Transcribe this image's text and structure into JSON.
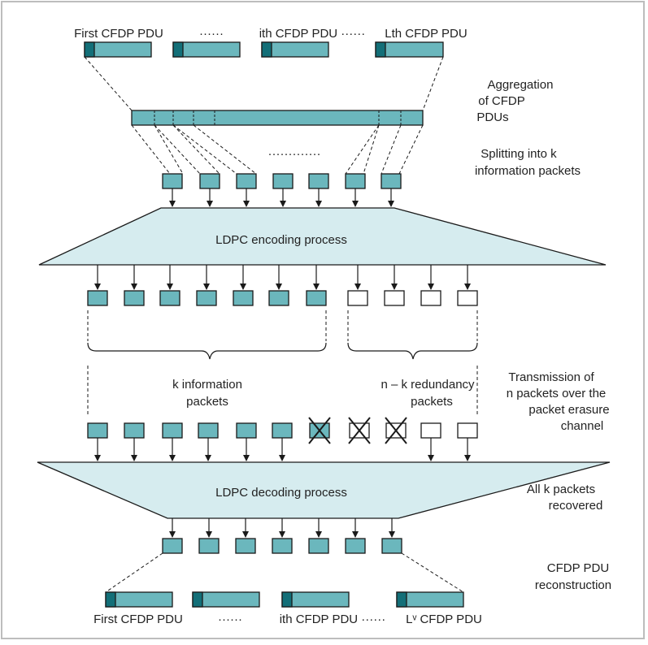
{
  "colors": {
    "frame": "#bdbdbd",
    "packet_fill": "#6bb7bd",
    "packet_header": "#136f78",
    "process_fill": "#d6ecef",
    "stroke": "#1a1a1a",
    "empty_packet": "#ffffff"
  },
  "top_pdus": {
    "first": "First CFDP PDU",
    "dots1": "······",
    "ith": "ith CFDP PDU ······",
    "lth": "Lth CFDP PDU"
  },
  "aggregation": {
    "line1": "Aggregation",
    "line2": "of CFDP",
    "line3": "PDUs"
  },
  "splitting": {
    "dots": "·············",
    "line1": "Splitting into k",
    "line2": "information packets"
  },
  "encoding": {
    "label": "LDPC encoding process"
  },
  "groups": {
    "info_line1": "k information",
    "info_line2": "packets",
    "redundancy_line1": "n – k redundancy",
    "redundancy_line2": "packets"
  },
  "transmission": {
    "line1": "Transmission of",
    "line2": "n packets over the",
    "line3": "packet erasure",
    "line4": "channel"
  },
  "decoding": {
    "label": "LDPC decoding process"
  },
  "recovered": {
    "line1": "All k packets",
    "line2": "recovered"
  },
  "reconstruction": {
    "line1": "CFDP PDU",
    "line2": "reconstruction"
  },
  "bottom_pdus": {
    "first": "First CFDP PDU",
    "dots1": "······",
    "ith": "ith CFDP PDU ······",
    "last": "Lᵛ CFDP PDU"
  },
  "transmitted_packets": {
    "total": 11,
    "erased": [
      7,
      8,
      9
    ],
    "redundancy_start": 8
  }
}
